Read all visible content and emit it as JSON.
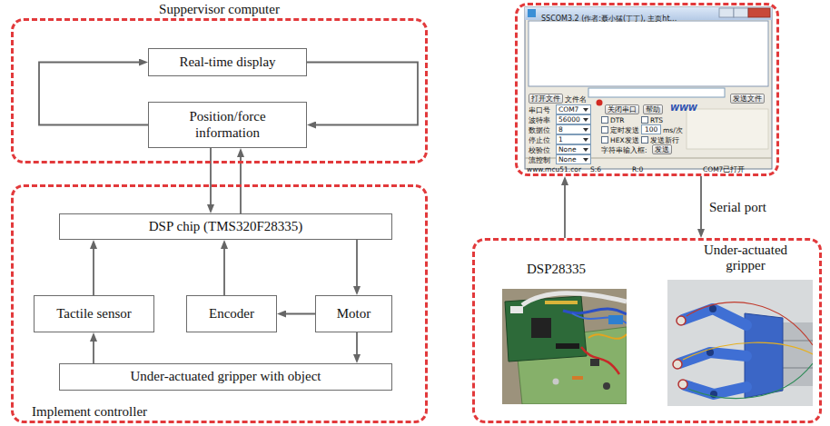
{
  "diagram": {
    "nodes": [
      {
        "text": [
          "Suppervisor computer"
        ]
      },
      {
        "text": [
          "Real-time display"
        ],
        "in": 0
      },
      {
        "text": [
          "Position/force information"
        ],
        "in": 0
      },
      {
        "text": [
          "SSCOM3.2 (作者:聂小猛(丁丁), 主页ht..."
        ]
      },
      {
        "text": [
          "Implement controller"
        ]
      },
      {
        "text": [
          "DSP chip (TMS320F28335)"
        ],
        "in": 4
      },
      {
        "text": [
          "Tactile sensor"
        ],
        "in": 4
      },
      {
        "text": [
          "Encoder"
        ],
        "in": 4
      },
      {
        "text": [
          "Motor"
        ],
        "in": 4
      },
      {
        "text": [
          "Under-actuated gripper with object"
        ],
        "in": 4
      },
      {
        "text": [
          "DSP28335",
          "Under-actuated gripper"
        ]
      }
    ],
    "edges": [
      {
        "from": 2,
        "to": 1,
        "arrow": "to"
      },
      {
        "from": 1,
        "to": 2,
        "arrow": "to"
      },
      {
        "from": 2,
        "to": 5,
        "arrow": "to"
      },
      {
        "from": 5,
        "to": 2,
        "arrow": "to"
      },
      {
        "from": 6,
        "to": 5,
        "arrow": "to"
      },
      {
        "from": 7,
        "to": 5,
        "arrow": "to"
      },
      {
        "from": 5,
        "to": 8,
        "arrow": "to"
      },
      {
        "from": 8,
        "to": 7,
        "arrow": "to"
      },
      {
        "from": 8,
        "to": 9,
        "arrow": "to"
      },
      {
        "from": 9,
        "to": 6,
        "arrow": "to"
      },
      {
        "from": 10,
        "to": 3,
        "arrow": "to"
      },
      {
        "from": 3,
        "to": 10,
        "arrow": "to",
        "label": "Serial port"
      }
    ],
    "labels": [
      "打开文件",
      "文件名",
      "发送文件",
      "串口号",
      "COM7",
      "关闭串口",
      "帮助",
      "WWW",
      "波特率",
      "56000",
      "DTR",
      "RTS",
      "数据位",
      "8",
      "定时发送",
      "100",
      "ms/次",
      "停止位",
      "1",
      "HEX发送",
      "发送新行",
      "校验位",
      "None",
      "字符串输入框:",
      "发送",
      "流控制",
      "None",
      "www.mcu51.cor",
      "S:6",
      "R:0",
      "COM7已打开"
    ]
  }
}
